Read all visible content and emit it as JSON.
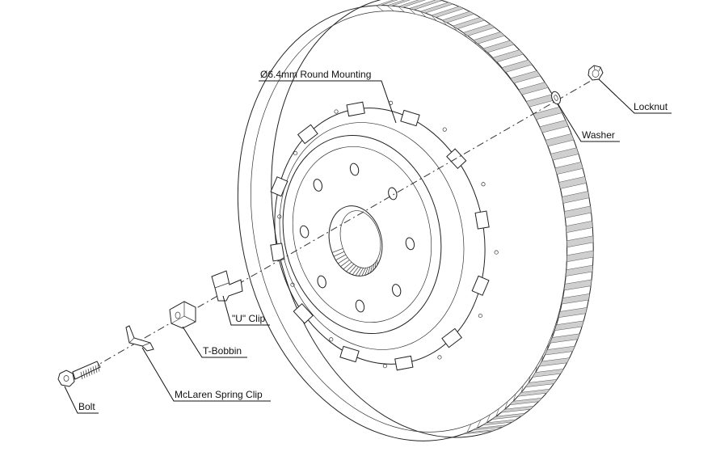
{
  "labels": {
    "round_mounting": "Ø6.4mm Round Mounting",
    "locknut": "Locknut",
    "washer": "Washer",
    "u_clip": "\"U\" Clip",
    "t_bobbin": "T-Bobbin",
    "spring_clip": "McLaren Spring Clip",
    "bolt": "Bolt"
  },
  "colors": {
    "line": "#222222",
    "vent_fill": "#cfcfcf",
    "background": "#ffffff"
  }
}
